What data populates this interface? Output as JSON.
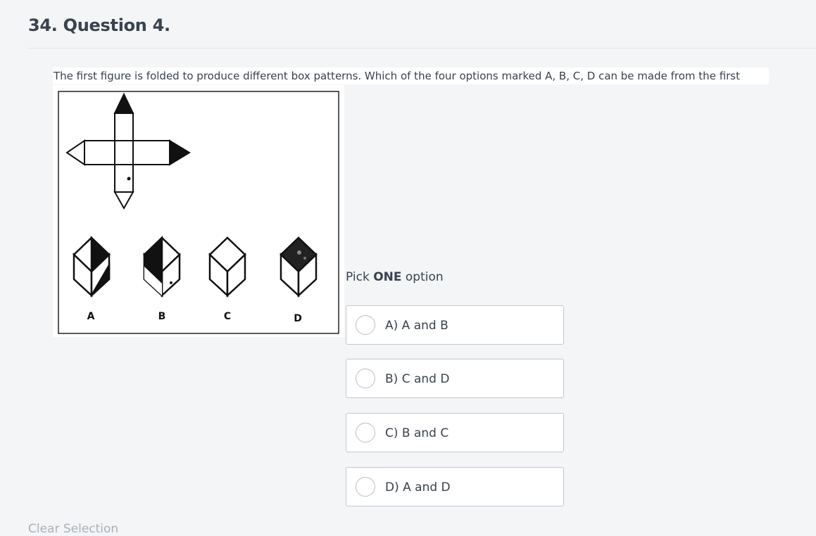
{
  "question": {
    "title": "34. Question 4.",
    "prompt": "The first figure is folded to produce different box patterns. Which of the four options marked A, B, C, D can be made from the first figure?"
  },
  "figure": {
    "option_labels": [
      "A",
      "B",
      "C",
      "D"
    ]
  },
  "pick": {
    "prefix": "Pick ",
    "emphasis": "ONE",
    "suffix": " option"
  },
  "options": [
    {
      "label": "A) A and B",
      "selected": false
    },
    {
      "label": "B) C and D",
      "selected": false
    },
    {
      "label": "C) B and C",
      "selected": false
    },
    {
      "label": "D) A and D",
      "selected": false
    }
  ],
  "clear_selection": "Clear Selection"
}
